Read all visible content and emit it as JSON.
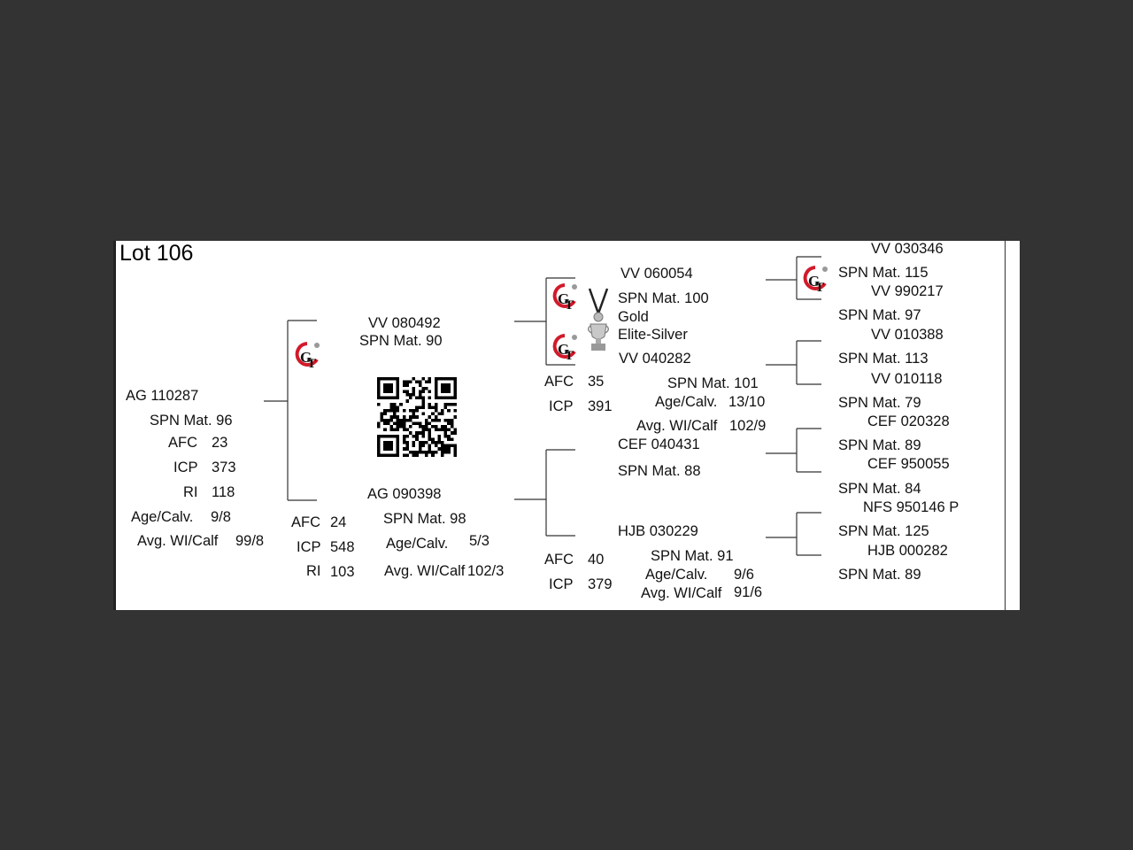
{
  "lot": "Lot 106",
  "subject": {
    "id": "AG  110287",
    "spn": "SPN Mat. 96",
    "afc_label": "AFC",
    "afc": "23",
    "icp_label": "ICP",
    "icp": "373",
    "ri_label": "RI",
    "ri": "118",
    "agecalv_label": "Age/Calv.",
    "agecalv": "9/8",
    "avgwi_label": "Avg. WI/Calf",
    "avgwi": "99/8"
  },
  "sire": {
    "id": "VV  080492",
    "spn": "SPN Mat. 90"
  },
  "dam": {
    "id": "AG  090398",
    "spn": "SPN Mat. 98",
    "afc_label": "AFC",
    "afc": "24",
    "icp_label": "ICP",
    "icp": "548",
    "ri_label": "RI",
    "ri": "103",
    "agecalv_label": "Age/Calv.",
    "agecalv": "5/3",
    "avgwi_label": "Avg. WI/Calf",
    "avgwi": "102/3"
  },
  "ss": {
    "id": "VV  060054",
    "spn": "SPN Mat. 100",
    "award1": "Gold",
    "award2": "Elite-Silver"
  },
  "sd": {
    "id": "VV  040282",
    "afc_label": "AFC",
    "afc": "35",
    "icp_label": "ICP",
    "icp": "391",
    "spn": "SPN Mat. 101",
    "agecalv_label": "Age/Calv.",
    "agecalv": "13/10",
    "avgwi_label": "Avg. WI/Calf",
    "avgwi": "102/9"
  },
  "ds": {
    "id": "CEF 040431",
    "spn": "SPN Mat. 88"
  },
  "dd": {
    "id": "HJB 030229",
    "afc_label": "AFC",
    "afc": "40",
    "icp_label": "ICP",
    "icp": "379",
    "spn": "SPN Mat. 91",
    "agecalv_label": "Age/Calv.",
    "agecalv": "9/6",
    "avgwi_label": "Avg. WI/Calf",
    "avgwi": "91/6"
  },
  "g": [
    {
      "id": "VV  030346",
      "spn": "SPN Mat. 115"
    },
    {
      "id": "VV  990217",
      "spn": "SPN Mat. 97"
    },
    {
      "id": "VV  010388",
      "spn": "SPN Mat. 113"
    },
    {
      "id": "VV  010118",
      "spn": "SPN Mat. 79"
    },
    {
      "id": "CEF 020328",
      "spn": "SPN Mat. 89"
    },
    {
      "id": "CEF 950055",
      "spn": "SPN Mat. 84"
    },
    {
      "id": "NFS 950146  P",
      "spn": "SPN Mat. 125"
    },
    {
      "id": "HJB 000282",
      "spn": "SPN Mat. 89"
    }
  ]
}
